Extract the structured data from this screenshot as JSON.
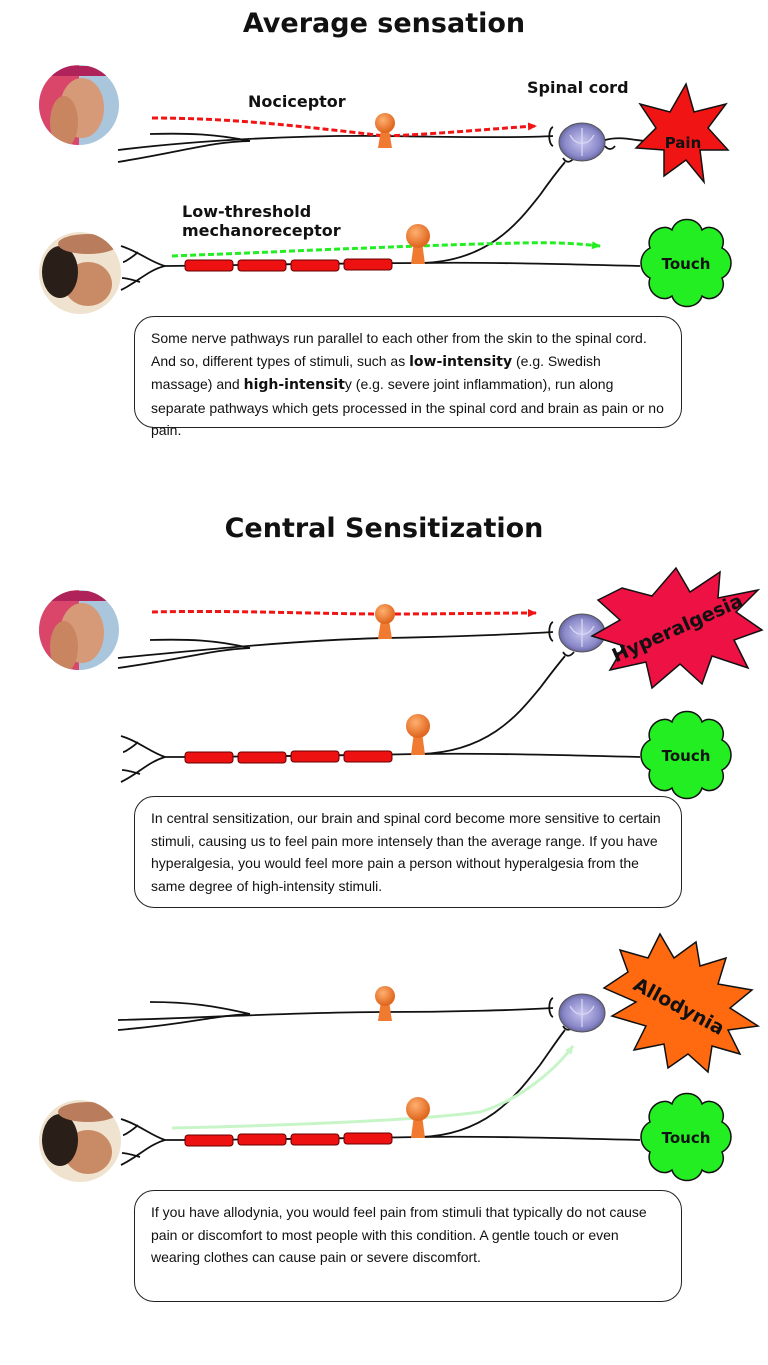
{
  "section1": {
    "title": "Average sensation",
    "nociceptor_label": "Nociceptor",
    "spinal_cord_label": "Spinal cord",
    "mechanoreceptor_label_line1": "Low-threshold",
    "mechanoreceptor_label_line2": "mechanoreceptor",
    "pain_label": "Pain",
    "touch_label": "Touch",
    "text_part1": "Some nerve pathways run parallel to each other from the skin to the spinal cord. And so, different types of stimuli, such as ",
    "text_bold1": "low-intensity",
    "text_part2": " (e.g. Swedish massage) and ",
    "text_bold2": "high-intensit",
    "text_part3": "y (e.g. severe joint inflammation), run along separate pathways which gets processed in the spinal cord and brain as pain or no pain."
  },
  "section2": {
    "title": "Central Sensitization",
    "hyperalgesia_label": "Hyperalgesia",
    "touch_label": "Touch",
    "text": "In central sensitization, our brain and spinal cord become more sensitive to certain stimuli, causing us to feel pain more intensely than the average range. If you have hyperalgesia, you would feel more pain a person without hyperalgesia from the same degree of high-intensity stimuli."
  },
  "section3": {
    "allodynia_label": "Allodynia",
    "touch_label": "Touch",
    "text": "If you have allodynia, you would feel pain from stimuli that typically do not cause pain or discomfort to most people with this condition. A gentle touch or even wearing clothes can cause pain or severe discomfort."
  },
  "colors": {
    "pain_red": "#f01414",
    "touch_green": "#22ee22",
    "allodynia_orange": "#ff6a10",
    "hyperalgesia_red": "#ee1144",
    "myelin_red": "#ee1111",
    "receptor_orange": "#f07a30",
    "spinal_cord_purple": "#8a88c8"
  }
}
